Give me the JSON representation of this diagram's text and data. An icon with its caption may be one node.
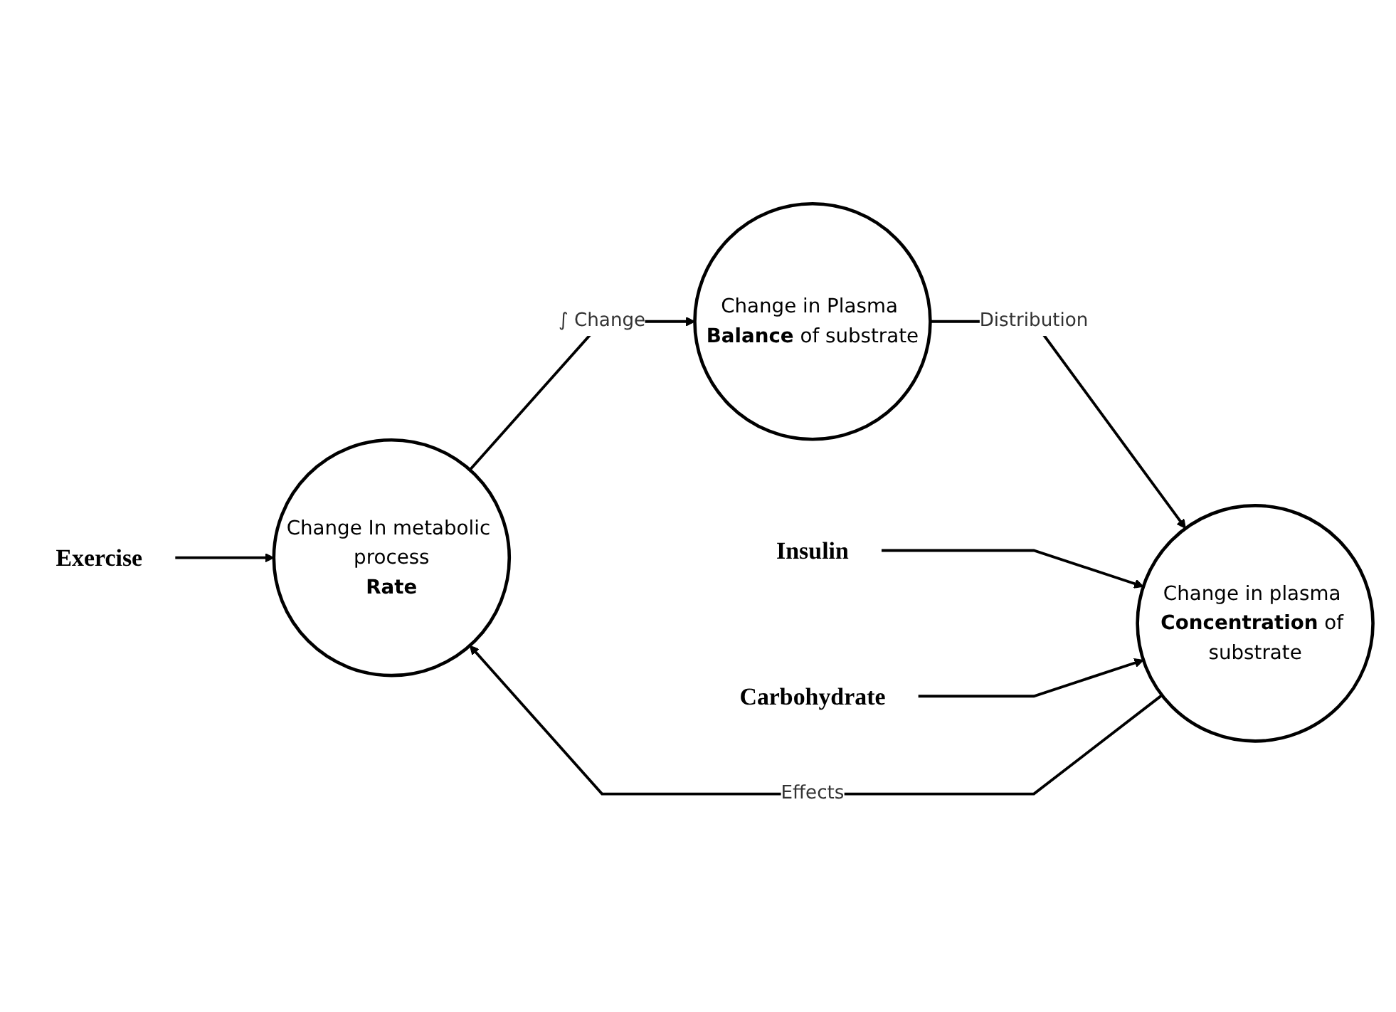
{
  "diagram": {
    "nodes": [
      {
        "text": [
          "Change In metabolic process",
          "Rate"
        ]
      },
      {
        "text": [
          "Change in Plasma **Balance** of substrate"
        ]
      },
      {
        "text": [
          "Change in plasma **Concentration** of substrate"
        ]
      },
      {
        "text": [
          "Exercise"
        ]
      },
      {
        "text": [
          "Insulin"
        ]
      },
      {
        "text": [
          "Carbohydrate"
        ]
      }
    ],
    "edges": [
      {
        "from": 0,
        "to": 1,
        "arrow": "to",
        "label": "∫ Change"
      },
      {
        "from": 1,
        "to": 2,
        "arrow": "to",
        "label": "Distribution"
      },
      {
        "from": 2,
        "to": 0,
        "arrow": "to",
        "label": "Effects"
      },
      {
        "from": 3,
        "to": 0,
        "arrow": "to"
      },
      {
        "from": 4,
        "to": 2,
        "arrow": "to"
      },
      {
        "from": 5,
        "to": 2,
        "arrow": "to"
      }
    ]
  }
}
